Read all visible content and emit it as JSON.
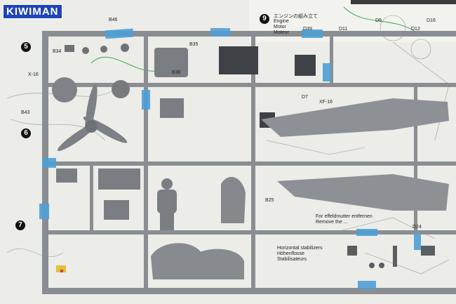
{
  "watermark": {
    "top_text": "",
    "brand": "KIWIMAN"
  },
  "steps": [
    {
      "number": "5",
      "lines": []
    },
    {
      "number": "6",
      "lines": []
    },
    {
      "number": "7",
      "lines": []
    },
    {
      "number": "9",
      "lines": [
        "エンジンの組み立て",
        "Engine",
        "Motor",
        "Moteur"
      ]
    }
  ],
  "part_labels": [
    "B34",
    "B35",
    "B36",
    "B43",
    "B46",
    "D39",
    "D11",
    "D9",
    "D12",
    "D16",
    "D7",
    "D24",
    "B25",
    "XF-16",
    "X-16"
  ],
  "notes": [
    "For effeldmutter entfernen",
    "Remove the ...",
    "Horizontal stabilizers",
    "Höhenflosse",
    "Stabilisateurs"
  ],
  "colors": {
    "sprue": "#8a8e92",
    "paper": "#ecece8",
    "tape": "#4f9fd6",
    "logo_blue": "#1e44b8"
  }
}
